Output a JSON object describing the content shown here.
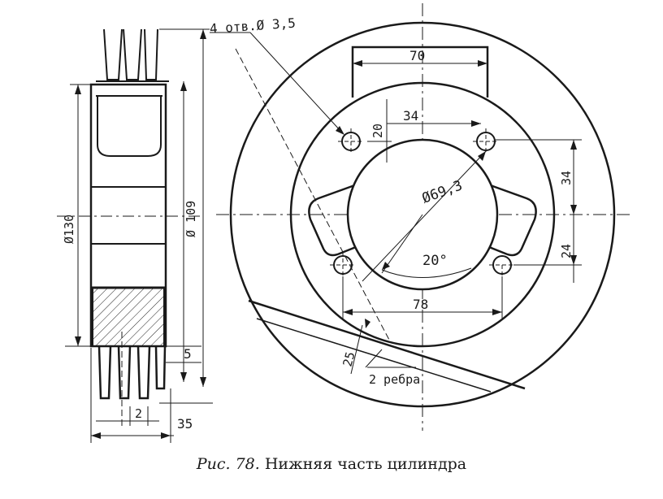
{
  "labels": {
    "holes_note": "4 отв.Ø 3,5",
    "dim_top_width": "70",
    "dim_top_inner": "34",
    "dim_hole_offset": "20",
    "dim_bore": "Ø69,3",
    "dim_right_upper": "34",
    "dim_right_lower": "24",
    "dim_angle": "20°",
    "dim_bottom_span": "78",
    "dim_lower_25": "25",
    "ribs_note": "2 ребра",
    "dia_130": "Ø130",
    "dia_109": "Ø 109",
    "dim_5": "5",
    "dim_2": "2",
    "dim_35": "35"
  },
  "caption": {
    "lead": "Рис. 78.",
    "text": "Нижняя часть цилиндра"
  }
}
